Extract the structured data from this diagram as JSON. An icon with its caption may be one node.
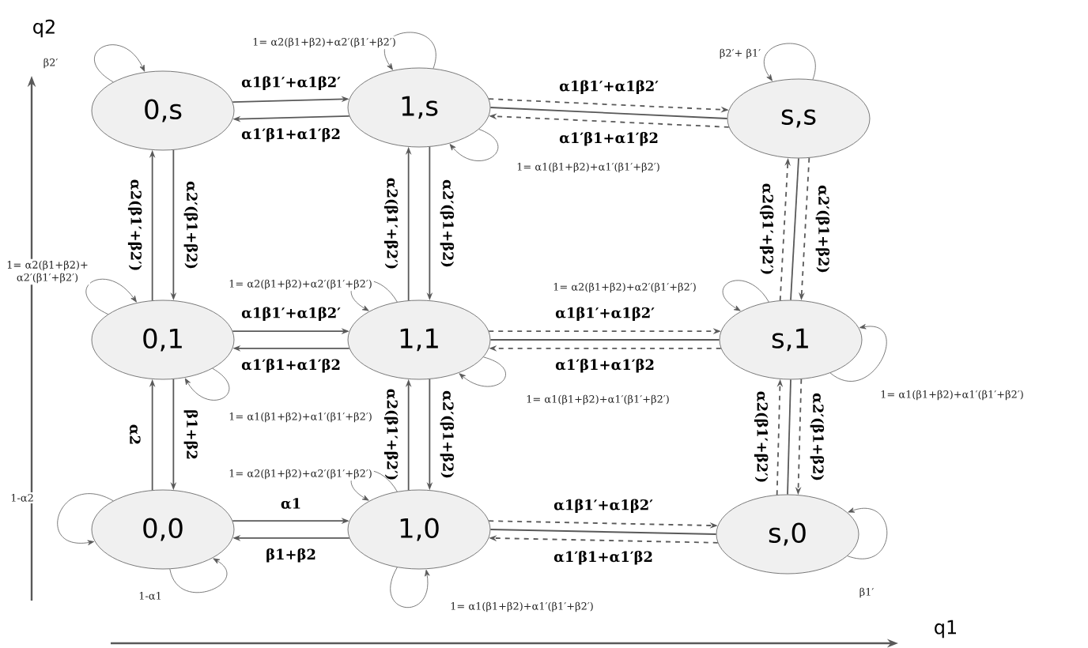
{
  "diagram": {
    "nodes": [
      {
        "text": [
          "0,s"
        ]
      },
      {
        "text": [
          "1,s"
        ]
      },
      {
        "text": [
          "s,s"
        ]
      },
      {
        "text": [
          "0,1"
        ]
      },
      {
        "text": [
          "1,1"
        ]
      },
      {
        "text": [
          "s,1"
        ]
      },
      {
        "text": [
          "0,0"
        ]
      },
      {
        "text": [
          "1,0"
        ]
      },
      {
        "text": [
          "s,0"
        ]
      }
    ],
    "edges": [
      {
        "from": 0,
        "to": 1,
        "arrow": "to",
        "label": "α1β1′+α1β2′"
      },
      {
        "from": 1,
        "to": 0,
        "arrow": "to",
        "label": "α1′β1+α1′β2"
      },
      {
        "from": 1,
        "to": 2,
        "arrow": "to",
        "label": "α1β1′+α1β2′",
        "style": "dashed"
      },
      {
        "from": 2,
        "to": 1,
        "arrow": "to",
        "label": "α1′β1+α1′β2",
        "style": "dashed"
      },
      {
        "from": 1,
        "to": 2,
        "arrow": "none"
      },
      {
        "from": 3,
        "to": 4,
        "arrow": "to",
        "label": "α1β1′+α1β2′"
      },
      {
        "from": 4,
        "to": 3,
        "arrow": "to",
        "label": "α1′β1+α1′β2"
      },
      {
        "from": 4,
        "to": 5,
        "arrow": "to",
        "label": "α1β1′+α1β2′",
        "style": "dashed"
      },
      {
        "from": 5,
        "to": 4,
        "arrow": "to",
        "label": "α1′β1+α1′β2",
        "style": "dashed"
      },
      {
        "from": 4,
        "to": 5,
        "arrow": "none"
      },
      {
        "from": 6,
        "to": 7,
        "arrow": "to",
        "label": "α1"
      },
      {
        "from": 7,
        "to": 6,
        "arrow": "to",
        "label": "β1+β2"
      },
      {
        "from": 7,
        "to": 8,
        "arrow": "to",
        "label": "α1β1′+α1β2′",
        "style": "dashed"
      },
      {
        "from": 8,
        "to": 7,
        "arrow": "to",
        "label": "α1′β1+α1′β2",
        "style": "dashed"
      },
      {
        "from": 7,
        "to": 8,
        "arrow": "none"
      },
      {
        "from": 3,
        "to": 0,
        "arrow": "to",
        "label": "α2(β1′+β2′)"
      },
      {
        "from": 0,
        "to": 3,
        "arrow": "to",
        "label": "α2′(β1+β2)"
      },
      {
        "from": 4,
        "to": 1,
        "arrow": "to",
        "label": "α2(β1′+β2′)"
      },
      {
        "from": 1,
        "to": 4,
        "arrow": "to",
        "label": "α2′(β1+β2)"
      },
      {
        "from": 5,
        "to": 2,
        "arrow": "to",
        "label": "α2(β1′+β2′)",
        "style": "dashed"
      },
      {
        "from": 2,
        "to": 5,
        "arrow": "to",
        "label": "α2′(β1+β2)",
        "style": "dashed"
      },
      {
        "from": 2,
        "to": 5,
        "arrow": "none"
      },
      {
        "from": 6,
        "to": 3,
        "arrow": "to",
        "label": "α2"
      },
      {
        "from": 3,
        "to": 6,
        "arrow": "to",
        "label": "β1+β2"
      },
      {
        "from": 7,
        "to": 4,
        "arrow": "to",
        "label": "α2(β1′+β2′)"
      },
      {
        "from": 4,
        "to": 7,
        "arrow": "to",
        "label": "α2′(β1+β2)"
      },
      {
        "from": 8,
        "to": 5,
        "arrow": "to",
        "label": "α2(β1′+β2′)",
        "style": "dashed"
      },
      {
        "from": 5,
        "to": 8,
        "arrow": "to",
        "label": "α2′(β1+β2)",
        "style": "dashed"
      },
      {
        "from": 5,
        "to": 8,
        "arrow": "none"
      },
      {
        "from": 0,
        "to": 0,
        "arrow": "to",
        "label": "β2′"
      },
      {
        "from": 1,
        "to": 1,
        "arrow": "to",
        "label": "1= α2(β1+β2)+α2′(β1′+β2′)"
      },
      {
        "from": 1,
        "to": 1,
        "arrow": "to",
        "label": "1= α1(β1+β2)+α1′(β1′+β2′)"
      },
      {
        "from": 2,
        "to": 2,
        "arrow": "to",
        "label": "β2′+ β1′"
      },
      {
        "from": 3,
        "to": 3,
        "arrow": "to",
        "label": "1= α2(β1+β2)+ α2′(β1′+β2′)"
      },
      {
        "from": 3,
        "to": 3,
        "arrow": "to",
        "label": "1= α1(β1+β2)+α1′(β1′+β2′)"
      },
      {
        "from": 4,
        "to": 4,
        "arrow": "to",
        "label": "1= α2(β1+β2)+α2′(β1′+β2′)"
      },
      {
        "from": 4,
        "to": 4,
        "arrow": "to",
        "label": "1= α1(β1+β2)+α1′(β1′+β2′)"
      },
      {
        "from": 5,
        "to": 5,
        "arrow": "to",
        "label": "1= α2(β1+β2)+α2′(β1′+β2′)"
      },
      {
        "from": 5,
        "to": 5,
        "arrow": "to",
        "label": "1= α1(β1+β2)+α1′(β1′+β2′)"
      },
      {
        "from": 6,
        "to": 6,
        "arrow": "to",
        "label": "1-α2"
      },
      {
        "from": 6,
        "to": 6,
        "arrow": "to",
        "label": "1-α1"
      },
      {
        "from": 7,
        "to": 7,
        "arrow": "to",
        "label": "1= α2(β1+β2)+α2′(β1′+β2′)"
      },
      {
        "from": 7,
        "to": 7,
        "arrow": "to",
        "label": "1= α1(β1+β2)+α1′(β1′+β2′)"
      },
      {
        "from": 8,
        "to": 8,
        "arrow": "to",
        "label": "β1′"
      }
    ],
    "labels": [
      "q2",
      "q1"
    ]
  }
}
